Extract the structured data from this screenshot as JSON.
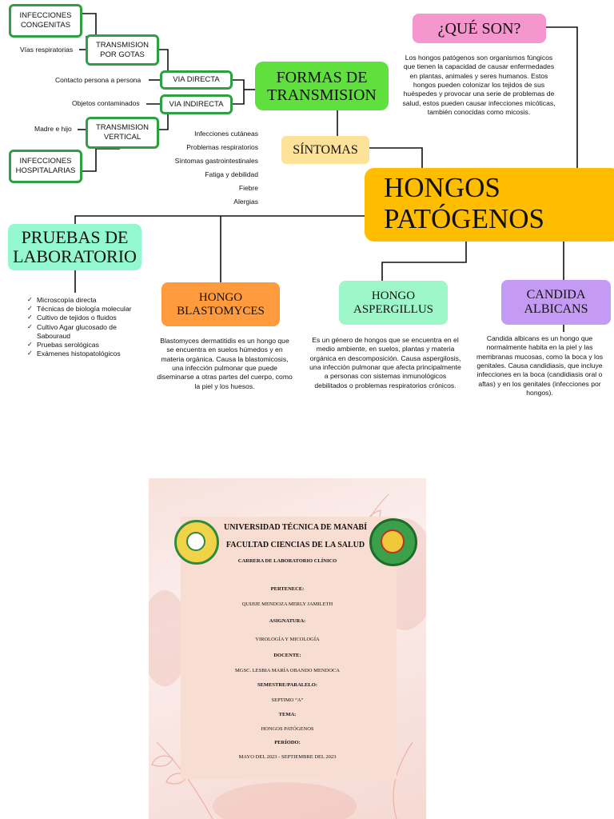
{
  "transmision": {
    "title": "FORMAS DE TRANSMISION",
    "congenitas": "INFECCIONES CONGENITAS",
    "gotas": "TRANSMISION POR GOTAS",
    "gotas_leaf": "Vías respiratorias",
    "directa": "VIA DIRECTA",
    "directa_leaf": "Contacto persona a persona",
    "indirecta": "VIA INDIRECTA",
    "indirecta_leaf": "Objetos contaminados",
    "vertical": "TRANSMISION VERTICAL",
    "vertical_leaf": "Madre e hijo",
    "hospitalarias": "INFECCIONES HOSPITALARIAS"
  },
  "que_son": {
    "title": "¿QUÉ SON?",
    "text": "Los hongos patógenos son organismos fúngicos que tienen la capacidad de causar enfermedades en plantas, animales y seres humanos. Estos hongos pueden colonizar los tejidos de sus huéspedes y provocar una serie de problemas de salud, estos pueden causar infecciones micóticas, también conocidas como micosis."
  },
  "sintomas": {
    "title": "SÍNTOMAS",
    "items": [
      "Infecciones cutáneas",
      "Problemas respiratorios",
      "Síntomas gastrointestinales",
      "Fatiga y debilidad",
      "Fiebre",
      "Alergias"
    ]
  },
  "main_title": "HONGOS PATÓGENOS",
  "pruebas": {
    "title": "PRUEBAS DE LABORATORIO",
    "items": [
      "Microscopía directa",
      "Técnicas de biología molecular",
      "Cultivo de tejidos o fluidos",
      "Cultivo Agar glucosado de Sabouraud",
      "Pruebas serológicas",
      "Exámenes histopatológicos"
    ]
  },
  "blastomyces": {
    "title": "HONGO BLASTOMYCES",
    "text": "Blastomyces dermatitidis es un hongo que se encuentra en suelos húmedos y en materia orgánica. Causa la blastomicosis, una infección pulmonar que puede diseminarse a otras partes del cuerpo, como la piel y los huesos."
  },
  "aspergillus": {
    "title": "HONGO ASPERGILLUS",
    "text": "Es un género de hongos que se encuentra en el medio ambiente, en suelos, plantas y materia orgánica en descomposición. Causa aspergilosis, una infección pulmonar que afecta principalmente a personas con sistemas inmunológicos debilitados o problemas respiratorios crónicos."
  },
  "candida": {
    "title": "CANDIDA ALBICANS",
    "text": "Candida albicans es un hongo que normalmente habita en la piel y las membranas mucosas, como la boca y los genitales. Causa candidiasis, que incluye infecciones en la boca (candidiasis oral o aftas) y en los genitales (infecciones por hongos)."
  },
  "cover": {
    "university": "UNIVERSIDAD TÉCNICA DE MANABÍ",
    "faculty": "FACULTAD CIENCIAS DE LA SALUD",
    "career": "CARRERA DE LABORATORIO CLÍNICO",
    "pertenece_label": "PERTENECE:",
    "pertenece": "QUIJIJE MENDOZA MERLY JAMILETH",
    "asignatura_label": "ASIGNATURA:",
    "asignatura": "VIROLOGÍA Y MICOLOGÍA",
    "docente_label": "DOCENTE:",
    "docente": "MGSC. LESBIA MARÍA OBANDO MENDOCA",
    "semestre_label": "SEMESTRE/PARALELO:",
    "semestre": "SEPTIMO “A”",
    "tema_label": "TEMA:",
    "tema": "HONGOS PATÓGENOS",
    "periodo_label": "PERÍODO:",
    "periodo": "MAYO DEL 2023 - SEPTIEMBRE DEL 2023"
  },
  "colors": {
    "green_border": "#2ea043",
    "formas_fill": "#5fe03c",
    "que_son_fill": "#f596cf",
    "sintomas_fill": "#fde29a",
    "main_fill": "#ffbd00",
    "pruebas_fill": "#93f7cf",
    "blastomyces_fill": "#ff9a3d",
    "aspergillus_fill": "#9ef7c9",
    "candida_fill": "#c49af4"
  }
}
